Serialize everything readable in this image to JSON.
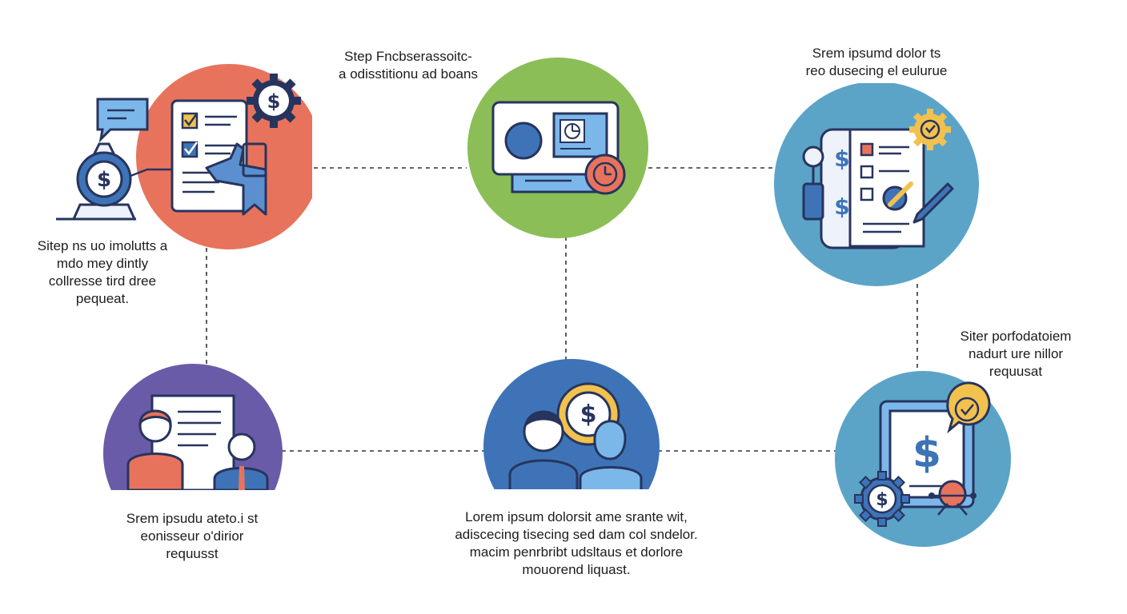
{
  "colors": {
    "step1": "#E8735C",
    "step2": "#8BBE57",
    "step3": "#5BA4C8",
    "step4": "#6A5BA8",
    "step5": "#3E74B7",
    "step6": "#5BA4C8",
    "line": "#333333",
    "icon_stroke": "#27345E"
  },
  "steps": [
    {
      "id": "step1",
      "icon": "loan-application-form-icon",
      "lines": [
        "Sitep ns uo imolutts a",
        "mdo mey dintly",
        "collresse tird dree",
        "pequeat."
      ]
    },
    {
      "id": "step2",
      "icon": "presentation-board-clock-icon",
      "lines": [
        "Step Fncbserassoitc-",
        "a odisstitionu ad boans"
      ]
    },
    {
      "id": "step3",
      "icon": "checklist-document-pen-icon",
      "lines": [
        "Srem ipsumd dolor ts",
        "reo dusecing el eulurue"
      ]
    },
    {
      "id": "step4",
      "icon": "meeting-people-document-icon",
      "lines": [
        "Srem ipsudu ateto.i st",
        "eonisseur o'dirior",
        "requusst"
      ]
    },
    {
      "id": "step5",
      "icon": "advisors-coin-icon",
      "lines": [
        "Lorem ipsum dolorsit ame srante wit,",
        "adiscecing tisecing sed dam col sndelor.",
        "macim penrbribt udsltaus et dorlore",
        "mouorend liquast."
      ]
    },
    {
      "id": "step6",
      "icon": "approval-monitor-gear-icon",
      "lines": [
        "Siter porfodatoiem",
        "nadurt ure nillor",
        "requusat"
      ]
    }
  ]
}
